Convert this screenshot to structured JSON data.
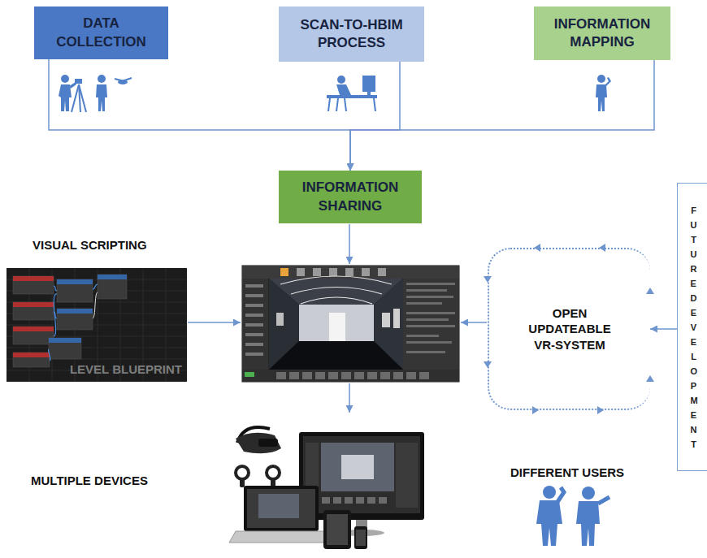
{
  "diagram": {
    "nodes": [
      {
        "text": [
          "DATA COLLECTION"
        ]
      },
      {
        "text": [
          "SCAN-TO-HBIM PROCESS"
        ]
      },
      {
        "text": [
          "INFORMATION MAPPING"
        ]
      },
      {
        "text": [
          "INFORMATION SHARING"
        ]
      },
      {
        "text": [
          "LEVEL BLUEPRINT"
        ]
      },
      {
        "text": [
          "OPEN UPDATEABLE VR-SYSTEM"
        ]
      },
      {
        "text": [
          "FUTURE DEVELOPMENT"
        ]
      }
    ],
    "edges": [
      {
        "from": 0,
        "to": 3,
        "arrow": "to"
      },
      {
        "from": 1,
        "to": 3,
        "arrow": "to"
      },
      {
        "from": 2,
        "to": 3,
        "arrow": "to"
      },
      {
        "from": 6,
        "to": 5,
        "arrow": "to"
      }
    ],
    "labels": [
      "VISUAL SCRIPTING",
      "MULTIPLE DEVICES",
      "DIFFERENT USERS"
    ]
  }
}
